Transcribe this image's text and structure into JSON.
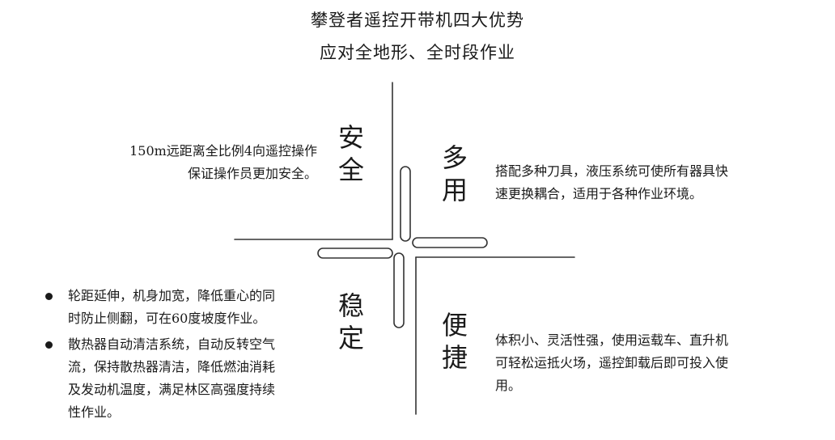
{
  "header": {
    "title": "攀登者遥控开带机四大优势",
    "subtitle": "应对全地形、全时段作业"
  },
  "quadrants": {
    "safe": {
      "label": "安全",
      "lines": [
        "150m远距离全比例4向遥控操作",
        "保证操作员更加安全。"
      ]
    },
    "multi": {
      "label": "多用",
      "lines": [
        "搭配多种刀具，液压系统可使所有器具快",
        "速更换耦合，适用于各种作业环境。"
      ]
    },
    "stable": {
      "label": "稳定",
      "bullets": [
        {
          "lines": [
            "轮距延伸，机身加宽，降低重心的同",
            "时防止侧翻，可在60度坡度作业。"
          ]
        },
        {
          "lines": [
            "散热器自动清洁系统，自动反转空气",
            "流，保持散热器清洁，降低燃油消耗",
            "及发动机温度，满足林区高强度持续",
            "性作业。"
          ]
        }
      ]
    },
    "convenient": {
      "label": "便捷",
      "lines": [
        "体积小、灵活性强，使用运载车、直升机",
        "可轻松运抵火场，遥控卸载后即可投入使",
        "用。"
      ]
    }
  },
  "colors": {
    "text": "#1a1a1a",
    "line": "#333333"
  }
}
